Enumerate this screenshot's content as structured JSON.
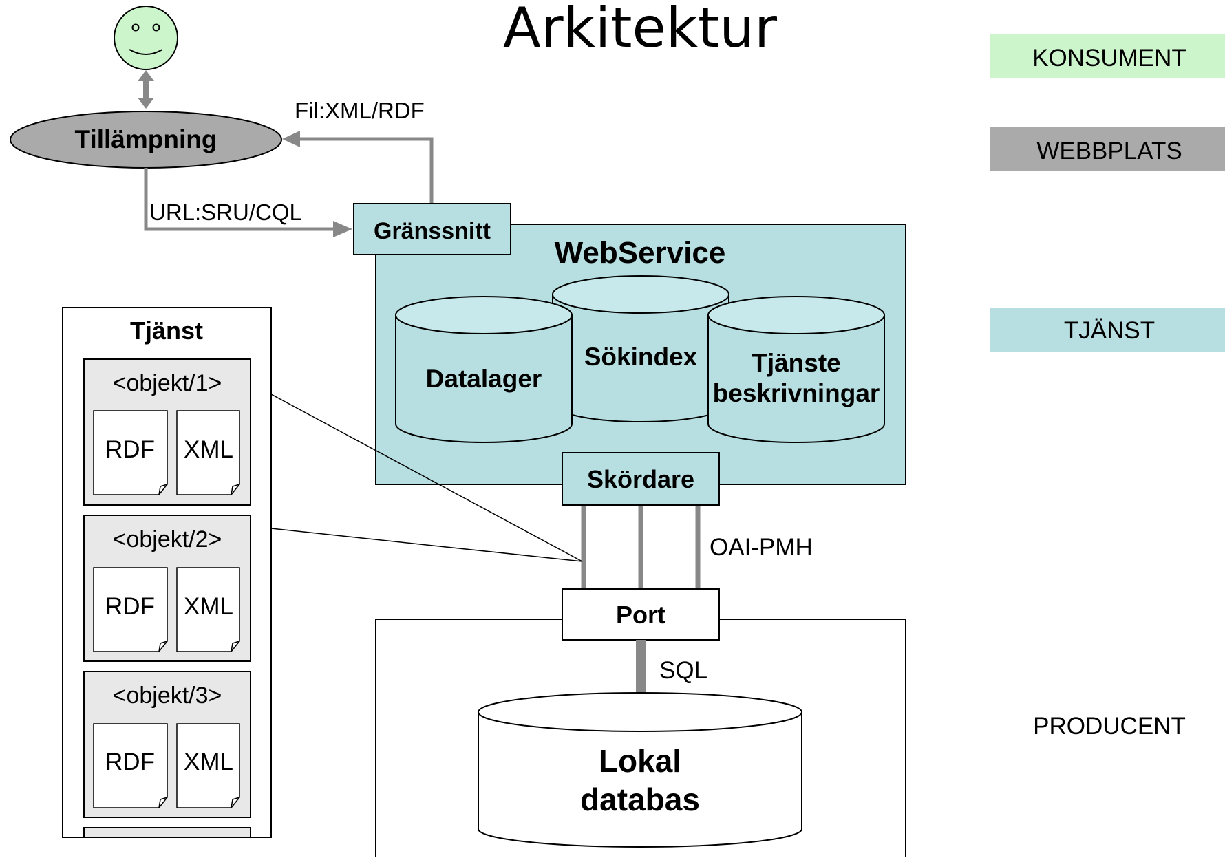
{
  "title": "Arkitektur",
  "layers": {
    "konsument": "KONSUMENT",
    "webbplats": "WEBBPLATS",
    "tjanst": "TJÄNST",
    "producent": "PRODUCENT"
  },
  "application": "Tillämpning",
  "interface": "Gränssnitt",
  "edges": {
    "response": "Fil:XML/RDF",
    "request": "URL:SRU/CQL",
    "harvest_protocol": "OAI-PMH",
    "db_protocol": "SQL"
  },
  "webservice": {
    "title": "WebService",
    "datalager": "Datalager",
    "sokindex": "Sökindex",
    "beskrivningar_line1": "Tjänste",
    "beskrivningar_line2": "beskrivningar"
  },
  "harvester": "Skördare",
  "port": "Port",
  "local_db_line1": "Lokal",
  "local_db_line2": "databas",
  "service_panel": {
    "title": "Tjänst",
    "objects": [
      {
        "label": "<objekt/1>",
        "doc1": "RDF",
        "doc2": "XML"
      },
      {
        "label": "<objekt/2>",
        "doc1": "RDF",
        "doc2": "XML"
      },
      {
        "label": "<objekt/3>",
        "doc1": "RDF",
        "doc2": "XML"
      }
    ]
  },
  "colors": {
    "konsument": "#ccf5cc",
    "webbplats": "#aaaaaa",
    "tjanst": "#b7dfe1",
    "arrow": "#888888",
    "object_box": "#e8e8e8"
  }
}
